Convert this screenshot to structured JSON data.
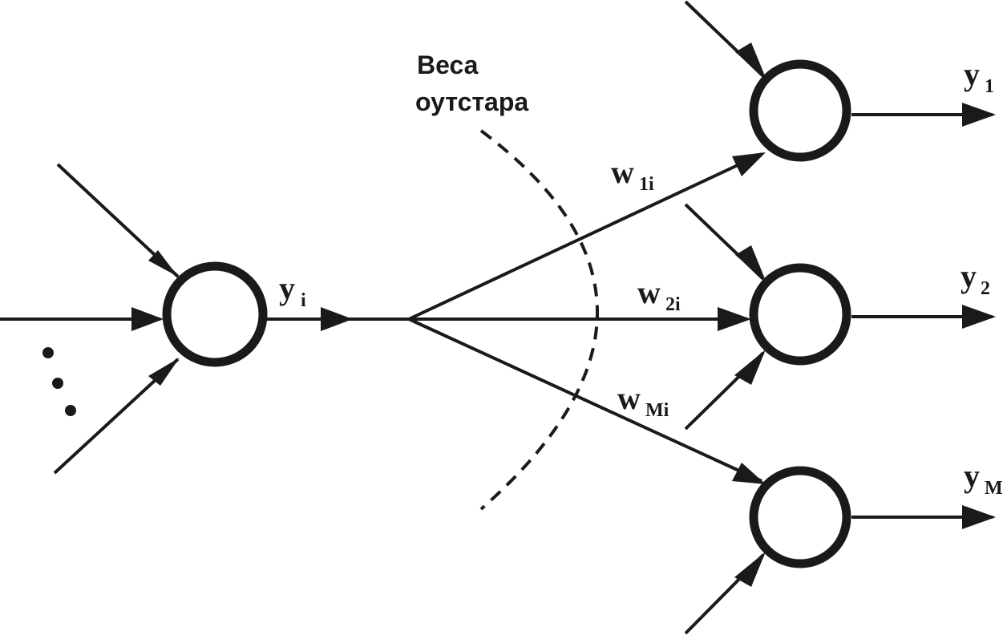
{
  "caption": {
    "line1": "Веса",
    "line2": "оутстара"
  },
  "input_label": {
    "main": "y",
    "sub": "i"
  },
  "weights": [
    {
      "main": "w",
      "sub": "1i"
    },
    {
      "main": "w",
      "sub": "2i"
    },
    {
      "main": "w",
      "sub": "Mi"
    }
  ],
  "outputs": [
    {
      "main": "y",
      "sub": "1"
    },
    {
      "main": "y",
      "sub": "2"
    },
    {
      "main": "y",
      "sub": "M"
    }
  ],
  "colors": {
    "ink": "#1a1a1a",
    "background": "#ffffff"
  }
}
